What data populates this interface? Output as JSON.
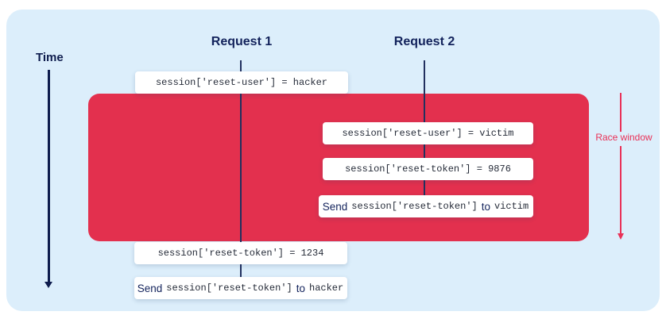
{
  "colors": {
    "page_bg": "#ffffff",
    "panel_bg": "#dceefb",
    "navy_text": "#0e1c4d",
    "lane_line": "#22305f",
    "race_window_fill": "#e3304e",
    "race_annotation_red": "#e93157",
    "step_box_bg": "#ffffff",
    "code_text": "#252b38"
  },
  "axis": {
    "time_label": "Time"
  },
  "lanes": {
    "request1_label": "Request 1",
    "request2_label": "Request 2"
  },
  "race_window": {
    "label": "Race window"
  },
  "steps": {
    "r1_set_user": "session['reset-user'] = hacker",
    "r2_set_user": "session['reset-user'] = victim",
    "r2_set_token": "session['reset-token'] = 9876",
    "r2_send": {
      "prefix": "Send",
      "code": "session['reset-token']",
      "mid": "to",
      "target": "victim"
    },
    "r1_set_token": "session['reset-token'] = 1234",
    "r1_send": {
      "prefix": "Send",
      "code": "session['reset-token']",
      "mid": "to",
      "target": "hacker"
    }
  }
}
